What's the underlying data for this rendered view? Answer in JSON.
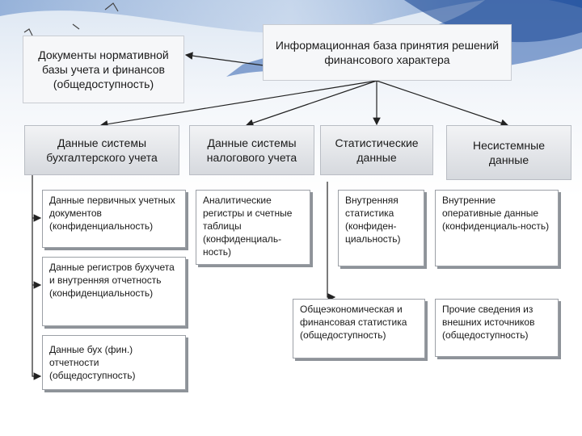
{
  "root": {
    "text": "Информационная база принятия решений финансового характера"
  },
  "docs": {
    "text": "Документы нормативной базы учета и финансов (общедоступность)"
  },
  "categories": [
    {
      "text": "Данные системы бухгалтерского учета"
    },
    {
      "text": "Данные системы налогового учета"
    },
    {
      "text": "Статистические данные"
    },
    {
      "text": "Несистемные данные"
    }
  ],
  "accounting": [
    {
      "text": "Данные первичных учетных документов (конфиденциальность)"
    },
    {
      "text": "Данные регистров бухучета и внутренняя отчетность (конфиденциальность)"
    },
    {
      "text": "Данные бух (фин.) отчетности (общедоступность)"
    }
  ],
  "tax": [
    {
      "text": "Аналитические регистры и счетные таблицы (конфиденциаль-ность)"
    }
  ],
  "statistics": [
    {
      "text": "Внутренняя статистика (конфиден-циальность)"
    },
    {
      "text": "Общеэкономическая и финансовая статистика (общедоступность)"
    }
  ],
  "nonsystem": [
    {
      "text": "Внутренние оперативные данные (конфиденциаль-ность)"
    },
    {
      "text": "Прочие сведения из внешних источников (общедоступность)"
    }
  ],
  "colors": {
    "accent_blue": "#2d6fb8",
    "line": "#222222"
  }
}
